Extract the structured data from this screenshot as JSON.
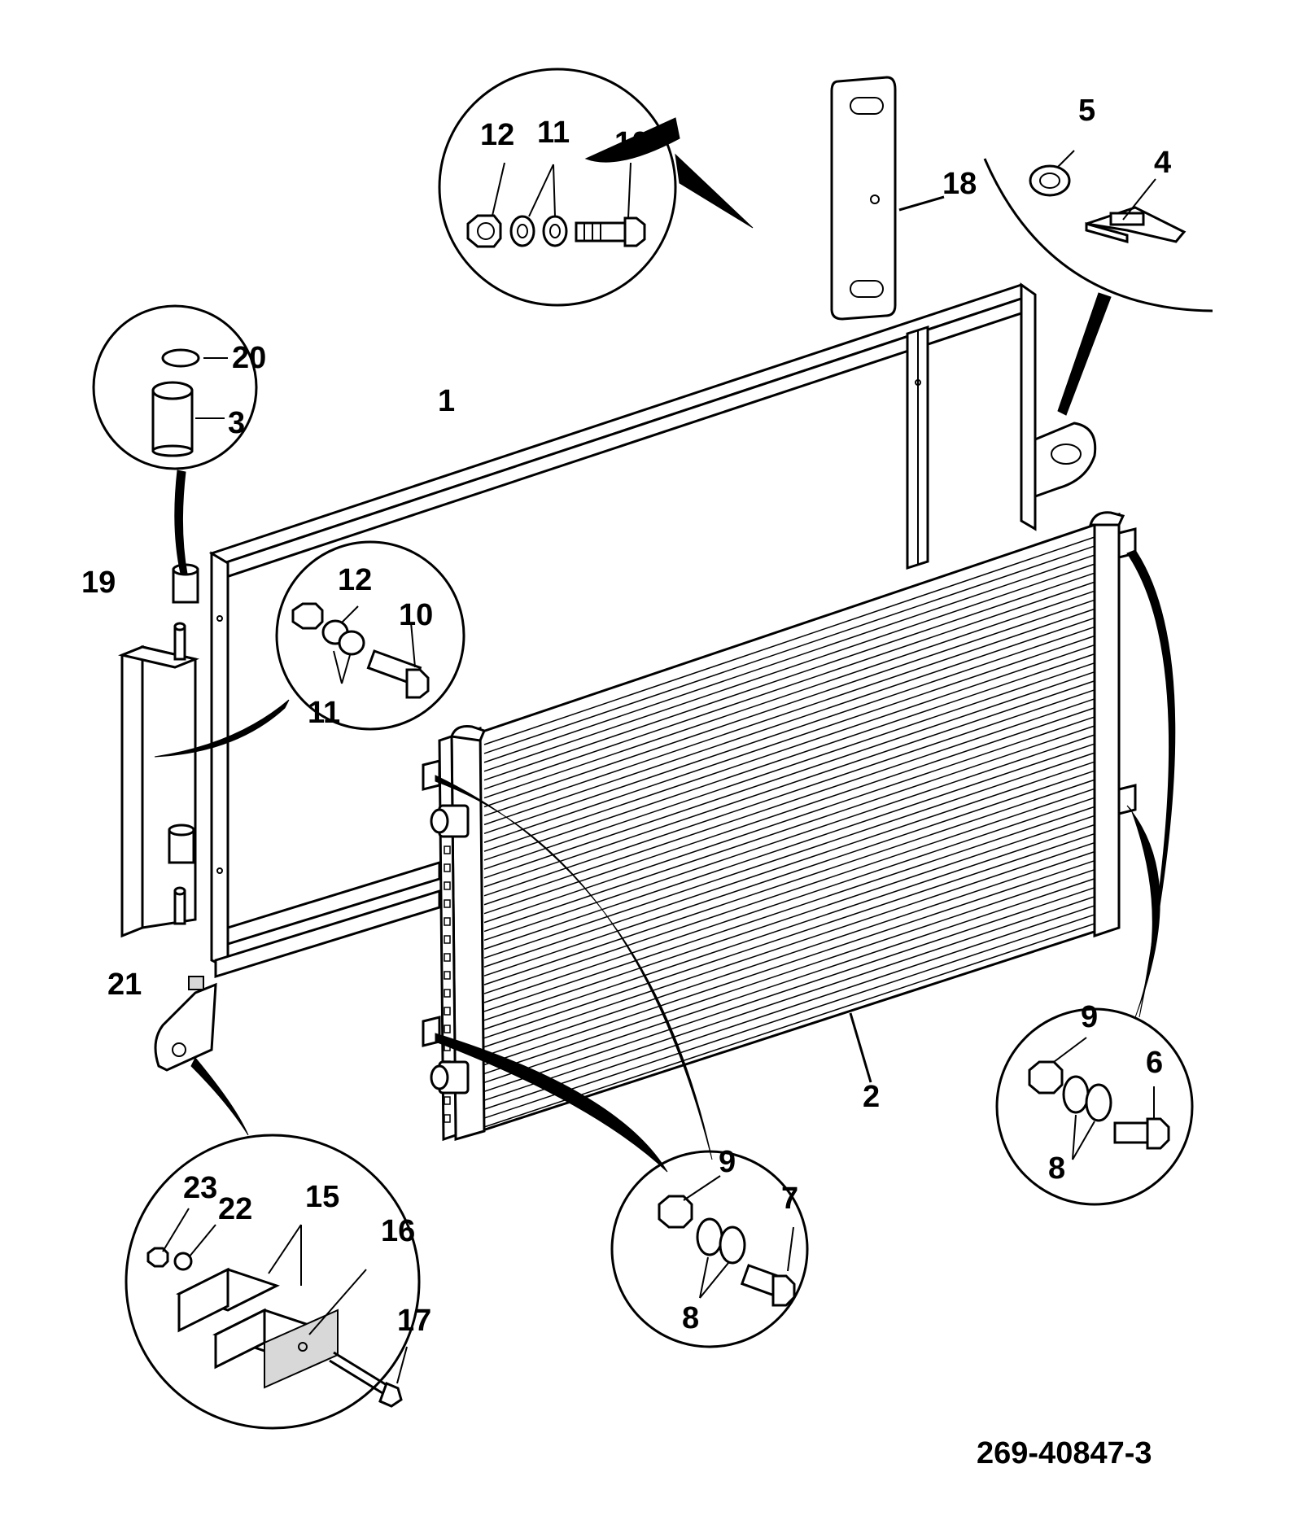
{
  "reference_number": "269-40847-3",
  "callouts": [
    {
      "id": "c1",
      "text": "1"
    },
    {
      "id": "c2",
      "text": "2"
    },
    {
      "id": "c3",
      "text": "3"
    },
    {
      "id": "c4",
      "text": "4"
    },
    {
      "id": "c5",
      "text": "5"
    },
    {
      "id": "c6",
      "text": "6"
    },
    {
      "id": "c7",
      "text": "7"
    },
    {
      "id": "c8a",
      "text": "8"
    },
    {
      "id": "c8b",
      "text": "8"
    },
    {
      "id": "c9a",
      "text": "9"
    },
    {
      "id": "c9b",
      "text": "9"
    },
    {
      "id": "c10a",
      "text": "10"
    },
    {
      "id": "c10b",
      "text": "10"
    },
    {
      "id": "c11a",
      "text": "11"
    },
    {
      "id": "c11b",
      "text": "11"
    },
    {
      "id": "c12a",
      "text": "12"
    },
    {
      "id": "c12b",
      "text": "12"
    },
    {
      "id": "c15",
      "text": "15"
    },
    {
      "id": "c16",
      "text": "16"
    },
    {
      "id": "c17",
      "text": "17"
    },
    {
      "id": "c18",
      "text": "18"
    },
    {
      "id": "c19",
      "text": "19"
    },
    {
      "id": "c20",
      "text": "20"
    },
    {
      "id": "c21",
      "text": "21"
    },
    {
      "id": "c22",
      "text": "22"
    },
    {
      "id": "c23",
      "text": "23"
    }
  ]
}
